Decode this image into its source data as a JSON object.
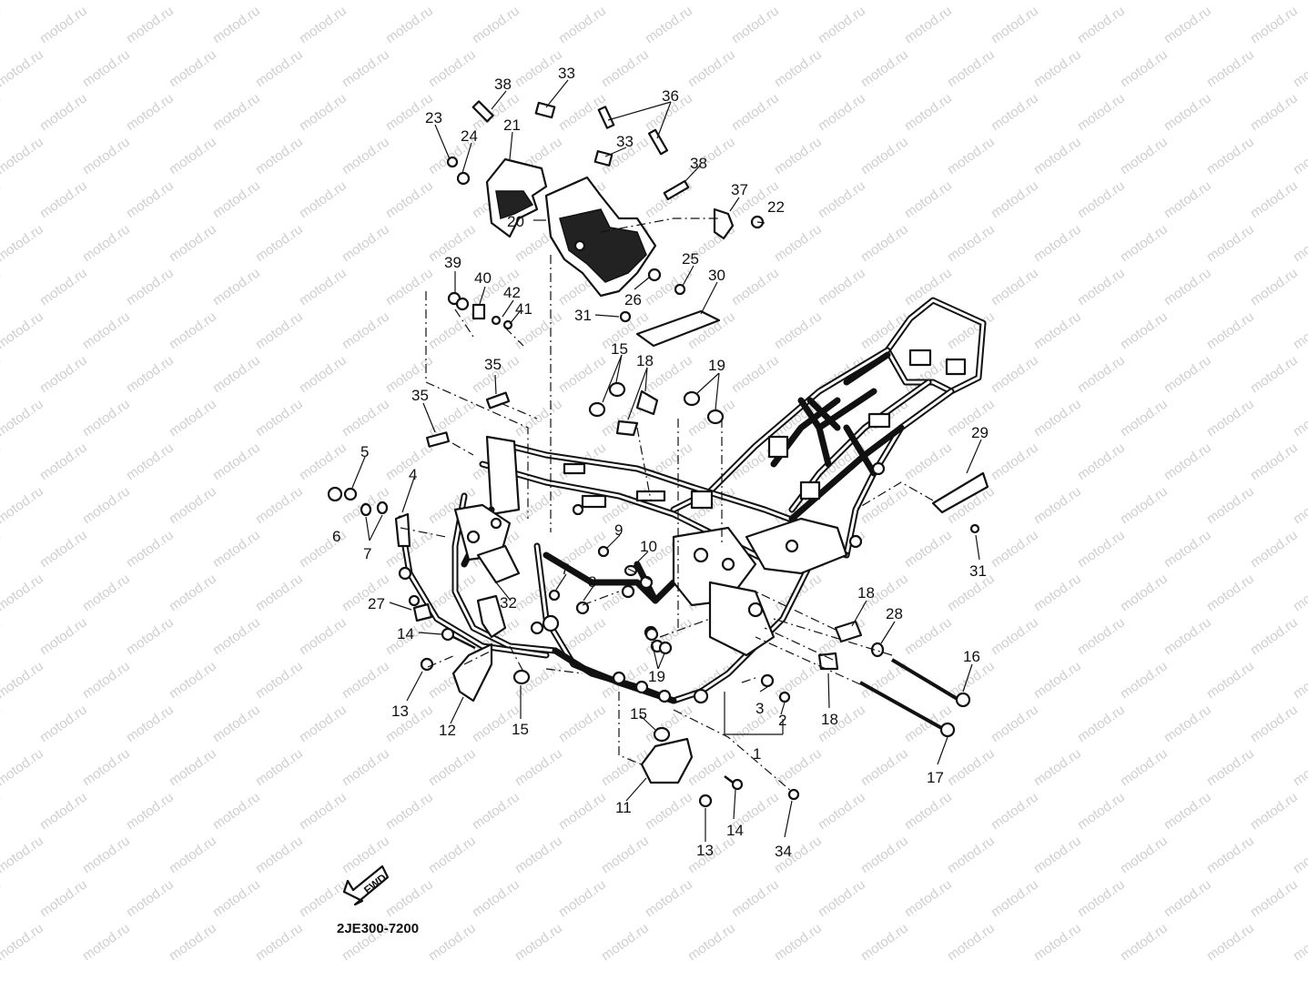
{
  "watermark": "motod.ru",
  "diagram_code": "2JE300-7200",
  "direction_arrow": "FWD",
  "callouts": [
    "1",
    "2",
    "3",
    "4",
    "5",
    "6",
    "7",
    "7",
    "8",
    "9",
    "10",
    "11",
    "12",
    "13",
    "13",
    "14",
    "14",
    "15",
    "15",
    "15",
    "16",
    "17",
    "18",
    "18",
    "18",
    "19",
    "19",
    "19",
    "20",
    "21",
    "22",
    "23",
    "24",
    "25",
    "26",
    "27",
    "28",
    "29",
    "30",
    "31",
    "31",
    "32",
    "33",
    "33",
    "34",
    "35",
    "35",
    "36",
    "37",
    "38",
    "38",
    "39",
    "40",
    "41",
    "42"
  ]
}
